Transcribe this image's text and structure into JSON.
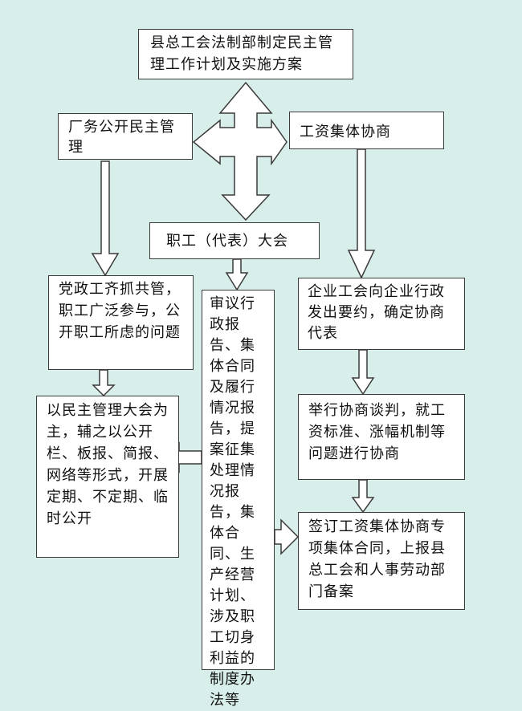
{
  "nodes": {
    "top": "县总工会法制部制定民主管理工作计划及实施方案",
    "factory": "厂务公开民主管理",
    "wage": "工资集体协商",
    "congress": "职工（代表）大会",
    "party": "党政工齐抓共管，职工广泛参与，公开职工所虑的问题",
    "review": "审议行政报告、集体合同及履行情况报告，提案征集处理情况报告，集体合同、生产经营计划、涉及职工切身利益的制度办法等",
    "union": "企业工会向企业行政发出要约，确定协商代表",
    "democracy": "以民主管理大会为主，辅之以公开栏、板报、简报、网络等形式，开展定期、不定期、临时公开",
    "negotiate": "举行协商谈判，就工资标准、涨幅机制等问题进行协商",
    "sign": "签订工资集体协商专项集体合同，上报县总工会和人事劳动部门备案"
  },
  "colors": {
    "background": "#d8eeea",
    "box_fill": "#ffffff",
    "stroke": "#3a3a3a"
  }
}
